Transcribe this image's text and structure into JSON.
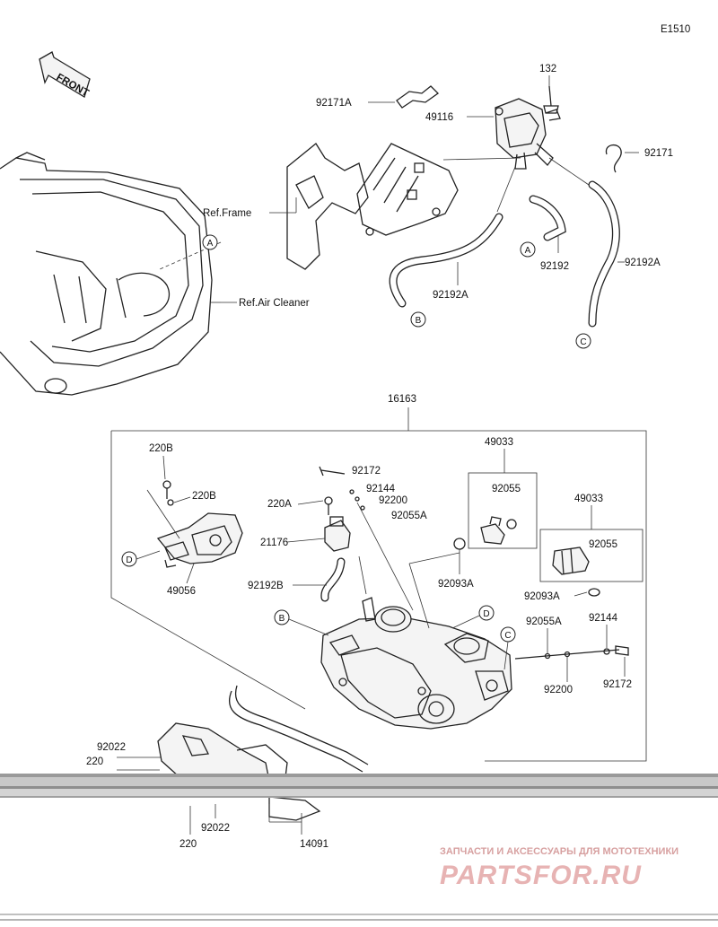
{
  "diagram": {
    "code": "E1510",
    "front_label": "FRONT",
    "refs": {
      "frame": "Ref.Frame",
      "air_cleaner": "Ref.Air Cleaner"
    },
    "callouts": {
      "a1": "A",
      "a2": "A",
      "b1": "B",
      "b2": "B",
      "c1": "C",
      "c2": "C",
      "d1": "D",
      "d2": "D"
    },
    "parts": {
      "p132": "132",
      "p92171A": "92171A",
      "p49116": "49116",
      "p92171": "92171",
      "p92192": "92192",
      "p92192A_1": "92192A",
      "p92192A_2": "92192A",
      "p16163": "16163",
      "p49033_1": "49033",
      "p49033_2": "49033",
      "p220B_1": "220B",
      "p220B_2": "220B",
      "p92172_1": "92172",
      "p92144_1": "92144",
      "p220A": "220A",
      "p92200_1": "92200",
      "p92055A_1": "92055A",
      "p92055_1": "92055",
      "p92055_2": "92055",
      "p21176": "21176",
      "p49056": "49056",
      "p92093A_1": "92093A",
      "p92093A_2": "92093A",
      "p92192B": "92192B",
      "p92055A_2": "92055A",
      "p92144_2": "92144",
      "p92200_2": "92200",
      "p92172_2": "92172",
      "p92022_1": "92022",
      "p220_1": "220",
      "p220_2": "220",
      "p92022_2": "92022",
      "p14091": "14091"
    }
  },
  "watermark": {
    "line1": "ЗАПЧАСТИ И АКСЕССУАРЫ ДЛЯ МОТОТЕХНИКИ",
    "line2": "PARTSFOR.RU",
    "color": "#d9a3a3"
  }
}
